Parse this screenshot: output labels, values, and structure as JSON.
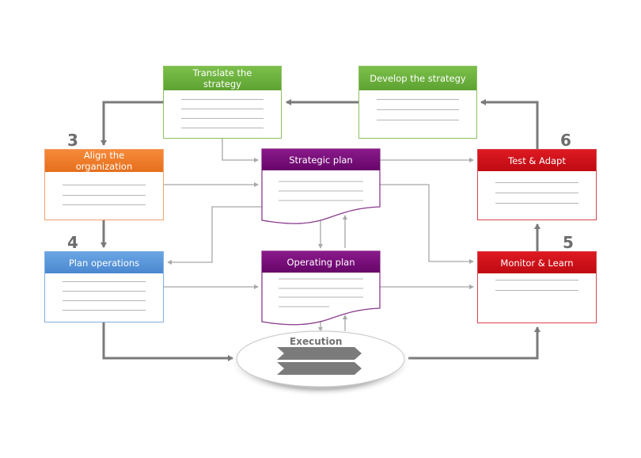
{
  "diagram": {
    "boxes": {
      "translate": {
        "title": "Translate the strategy",
        "line1": "Translate the",
        "line2": "strategy",
        "color": "#6db33f"
      },
      "develop": {
        "title": "Develop the strategy",
        "color": "#6db33f"
      },
      "align": {
        "number": "3",
        "line1": "Align the",
        "line2": "organization",
        "color": "#f07f2c"
      },
      "plan_ops": {
        "number": "4",
        "title": "Plan operations",
        "color": "#5a97da"
      },
      "test_adapt": {
        "number": "6",
        "title": "Test & Adapt",
        "color": "#cc1119"
      },
      "monitor": {
        "number": "5",
        "title": "Monitor & Learn",
        "color": "#cc1119"
      }
    },
    "documents": {
      "strategic_plan": {
        "title": "Strategic plan",
        "color": "#700a74"
      },
      "operating_plan": {
        "title": "Operating plan",
        "color": "#700a74"
      }
    },
    "execution": {
      "label": "Execution"
    }
  }
}
